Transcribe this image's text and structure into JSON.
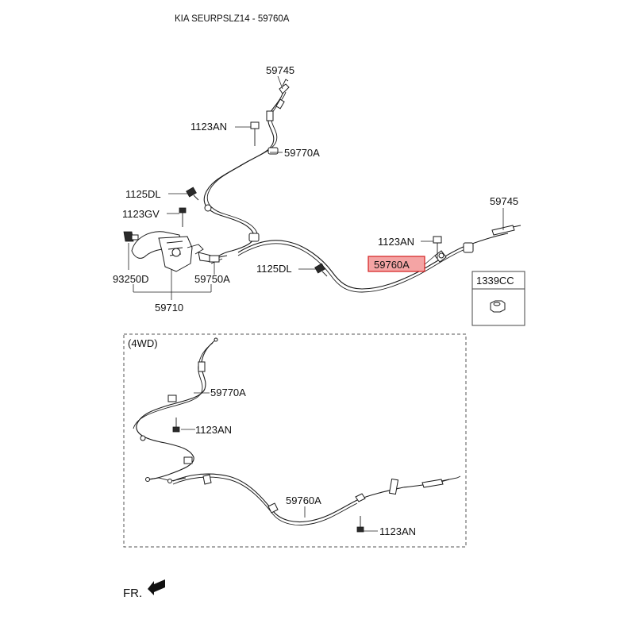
{
  "header": {
    "title": "KIA SEURPSLZ14 - 59760A"
  },
  "labels": {
    "p59745_top": "59745",
    "p1123AN_a": "1123AN",
    "p59770A_a": "59770A",
    "p1125DL_a": "1125DL",
    "p1123GV": "1123GV",
    "p93250D": "93250D",
    "p59750A": "59750A",
    "p59710": "59710",
    "p1125DL_b": "1125DL",
    "p1123AN_b": "1123AN",
    "p59760A_highlight": "59760A",
    "p59745_right": "59745",
    "p1339CC": "1339CC",
    "p4wd": "(4WD)",
    "p59770A_b": "59770A",
    "p1123AN_c": "1123AN",
    "p59760A_b": "59760A",
    "p1123AN_d": "1123AN",
    "fr": "FR."
  },
  "colors": {
    "highlight_fill": "#f4a4a4",
    "highlight_stroke": "#d42020",
    "line": "#1a1a1a"
  },
  "icons": {
    "front_arrow": "arrow-icon",
    "nut": "nut-icon",
    "bolt": "bolt-icon"
  }
}
